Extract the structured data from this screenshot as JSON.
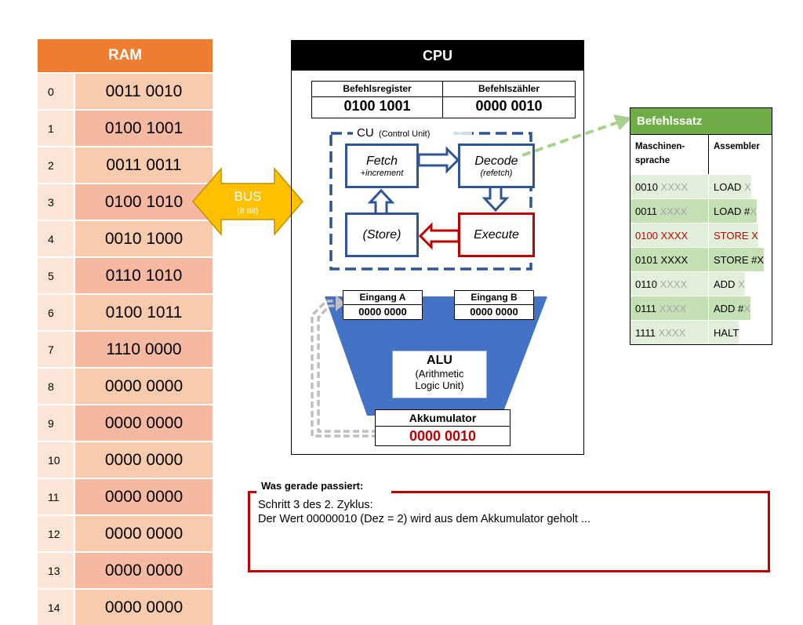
{
  "ram": {
    "title": "RAM",
    "rows": [
      {
        "addr": "0",
        "value": "0011 0010"
      },
      {
        "addr": "1",
        "value": "0100 1001"
      },
      {
        "addr": "2",
        "value": "0011 0011"
      },
      {
        "addr": "3",
        "value": "0100 1010"
      },
      {
        "addr": "4",
        "value": "0010 1000"
      },
      {
        "addr": "5",
        "value": "0110 1010"
      },
      {
        "addr": "6",
        "value": "0100 1011"
      },
      {
        "addr": "7",
        "value": "1110 0000"
      },
      {
        "addr": "8",
        "value": "0000 0000"
      },
      {
        "addr": "9",
        "value": "0000 0000"
      },
      {
        "addr": "10",
        "value": "0000 0000"
      },
      {
        "addr": "11",
        "value": "0000 0000"
      },
      {
        "addr": "12",
        "value": "0000 0000"
      },
      {
        "addr": "13",
        "value": "0000 0000"
      },
      {
        "addr": "14",
        "value": "0000 0000"
      }
    ]
  },
  "bus": {
    "label": "BUS",
    "sublabel": "(8 Bit)",
    "color": "#FFC000"
  },
  "cpu": {
    "title": "CPU",
    "befehlsregister": {
      "label": "Befehlsregister",
      "value": "0100 1001"
    },
    "befehlszaehler": {
      "label": "Befehlszähler",
      "value": "0000 0010"
    },
    "cu": {
      "label": "CU",
      "sublabel": "(Control Unit)"
    },
    "fetch": {
      "label": "Fetch",
      "sub": "+increment"
    },
    "decode": {
      "label": "Decode",
      "sub": "(refetch)"
    },
    "store": {
      "label": "(Store)"
    },
    "execute": {
      "label": "Execute"
    },
    "eingang_a": {
      "label": "Eingang A",
      "value": "0000 0000"
    },
    "eingang_b": {
      "label": "Eingang B",
      "value": "0000 0000"
    },
    "alu": {
      "label": "ALU",
      "line1": "(Arithmetic",
      "line2": "Logic Unit)"
    },
    "akkumulator": {
      "label": "Akkumulator",
      "value": "0000 0010"
    }
  },
  "befehlssatz": {
    "title": "Befehlssatz",
    "col1": [
      "Maschinen-",
      "sprache"
    ],
    "col2": "Assembler",
    "rows": [
      {
        "opcode": "0010",
        "operand": " XXXX",
        "asm": "LOAD ",
        "asm_suffix": "X",
        "highlight": false
      },
      {
        "opcode": "0011",
        "operand": " XXXX",
        "asm": "LOAD #",
        "asm_suffix": "X",
        "highlight": false
      },
      {
        "opcode": "0100",
        "operand": " XXXX",
        "asm": "STORE ",
        "asm_suffix": "X",
        "highlight": true
      },
      {
        "opcode": "0101 XXXX",
        "operand": "",
        "asm": "STORE #X",
        "asm_suffix": "",
        "highlight": false
      },
      {
        "opcode": "0110",
        "operand": " XXXX",
        "asm": "ADD ",
        "asm_suffix": "X",
        "highlight": false
      },
      {
        "opcode": "0111",
        "operand": " XXXX",
        "asm": "ADD #",
        "asm_suffix": "X",
        "highlight": false
      },
      {
        "opcode": "1111",
        "operand": " XXXX",
        "asm": "HALT",
        "asm_suffix": "",
        "highlight": false
      }
    ]
  },
  "status": {
    "label": "Was gerade passiert:",
    "line1": "Schritt 3 des 2. Zyklus:",
    "line2": "Der Wert 00000010 (Dez = 2) wird aus dem Akkumulator geholt ..."
  },
  "colors": {
    "ram_header": "#ED7D31",
    "cu_blue": "#2F5597",
    "alu_blue": "#4472C4",
    "execute_red": "#C00000",
    "isa_header": "#70AD47",
    "arrow_green": "#A9D18E"
  }
}
